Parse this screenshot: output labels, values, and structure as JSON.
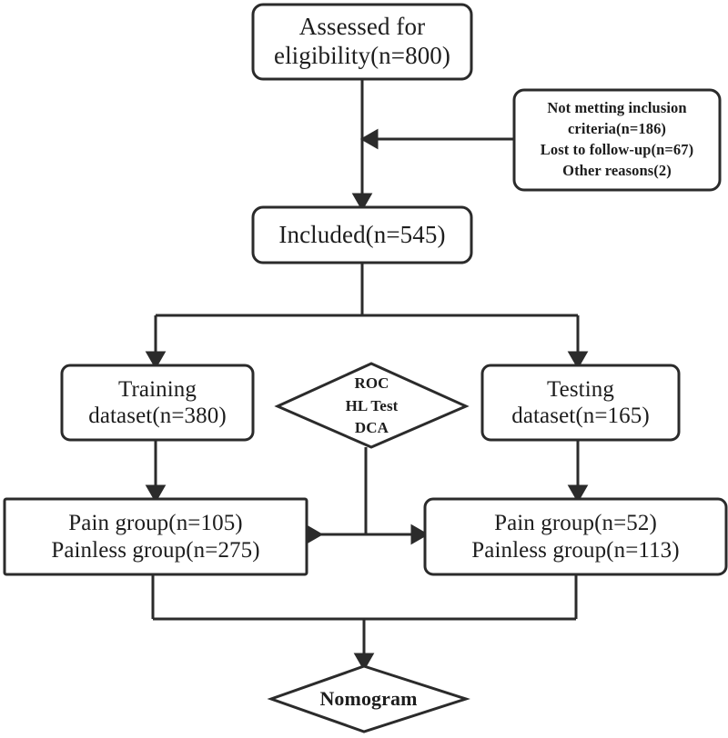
{
  "diagram": {
    "type": "flowchart",
    "title_present": false,
    "nodes": {
      "eligibility": {
        "shape": "rounded-rectangle",
        "line1": "Assessed for",
        "line2": "eligibility(n=800)"
      },
      "excluded": {
        "shape": "rounded-rectangle",
        "line1": "Not metting inclusion",
        "line2": "criteria(n=186)",
        "line3": "Lost to follow-up(n=67)",
        "line4": "Other reasons(2)"
      },
      "included": {
        "shape": "rounded-rectangle",
        "line1": "Included(n=545)"
      },
      "training": {
        "shape": "rounded-rectangle",
        "line1": "Training",
        "line2": "dataset(n=380)"
      },
      "evaluation": {
        "shape": "diamond",
        "line1": "ROC",
        "line2": "HL Test",
        "line3": "DCA"
      },
      "testing": {
        "shape": "rounded-rectangle",
        "line1": "Testing",
        "line2": "dataset(n=165)"
      },
      "pain_left": {
        "shape": "rectangle",
        "line1": "Pain group(n=105)",
        "line2": "Painless group(n=275)"
      },
      "pain_right": {
        "shape": "rounded-rectangle",
        "line1": "Pain group(n=52)",
        "line2": "Painless group(n=113)"
      },
      "nomogram": {
        "shape": "diamond",
        "line1": "Nomogram"
      }
    },
    "colors": {
      "stroke": "#2b2b2b",
      "fill": "#ffffff",
      "text": "#1d1d1d"
    }
  }
}
